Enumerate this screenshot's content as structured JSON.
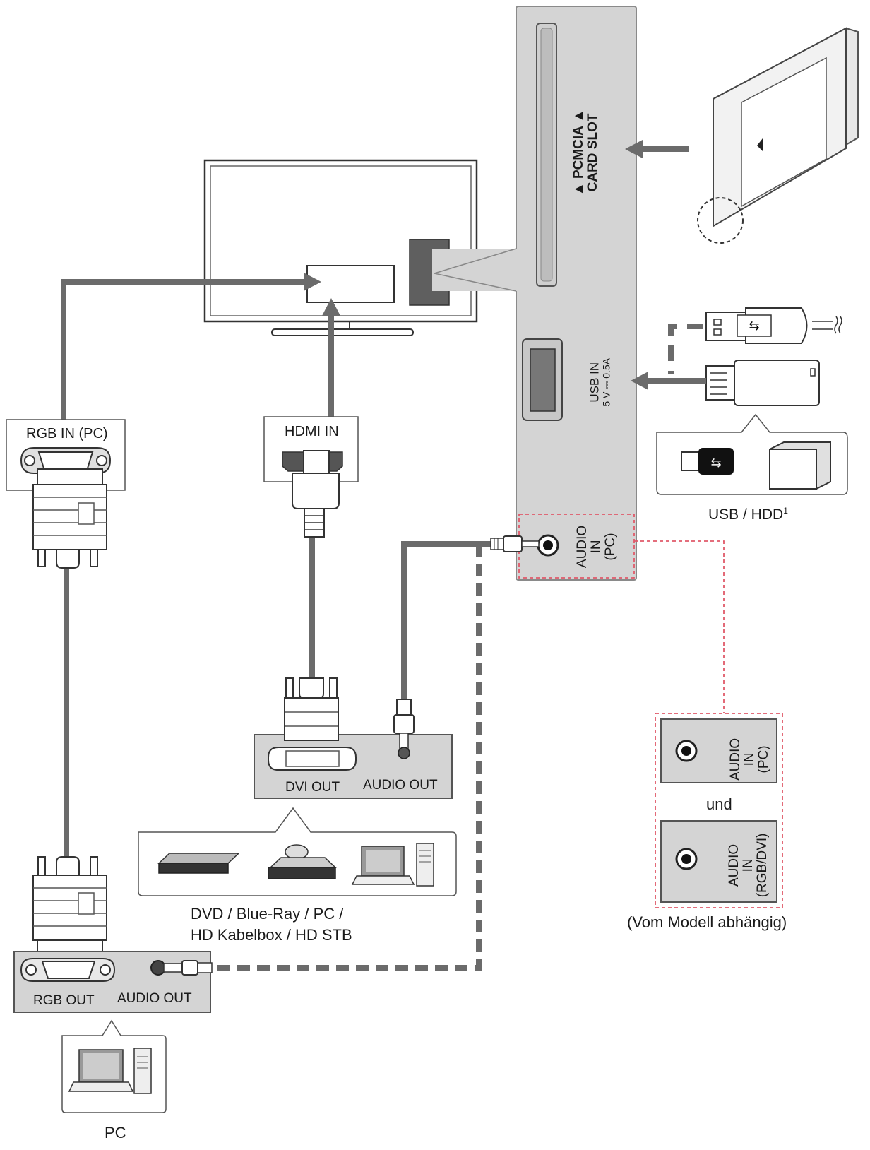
{
  "labels": {
    "rgb_in": "RGB IN (PC)",
    "hdmi_in": "HDMI IN",
    "pcmcia_line1": "▲ PCMCIA ▲",
    "pcmcia_line2": "CARD SLOT",
    "usb_in_line1": "USB IN",
    "usb_in_line2": "5 V ⎓ 0.5A",
    "usb_hdd": "USB / HDD",
    "usb_hdd_sup": "1",
    "audio_in_pc_tv": [
      "AUDIO",
      "IN",
      "(PC)"
    ],
    "dvi_out": "DVI OUT",
    "audio_out_dvi": "AUDIO OUT",
    "device_caption_line1": "DVD / Blue-Ray / PC /",
    "device_caption_line2": "HD Kabelbox / HD STB",
    "rgb_out": "RGB OUT",
    "audio_out_pc": "AUDIO OUT",
    "pc": "PC",
    "audio_in_pc_alt": [
      "AUDIO",
      "IN",
      "(PC)"
    ],
    "und": "und",
    "audio_in_rgbdvi": [
      "AUDIO",
      "IN",
      "(RGB/DVI)"
    ],
    "model_note": "(Vom Modell abhängig)"
  },
  "colors": {
    "cable": "#6b6b6b",
    "panel": "#d4d4d4",
    "panel_border": "#8a8a8a",
    "dashed_highlight": "#e05a6a",
    "port_dark": "#5a5a5a"
  },
  "icons": [
    "tv-icon",
    "pcmcia-card-icon",
    "usb-plug-icon",
    "usb-stick-icon",
    "hdd-icon",
    "vga-connector-icon",
    "hdmi-connector-icon",
    "dvi-connector-icon",
    "audio-jack-icon",
    "dvd-player-icon",
    "bluray-player-icon",
    "laptop-icon",
    "pc-tower-icon"
  ]
}
